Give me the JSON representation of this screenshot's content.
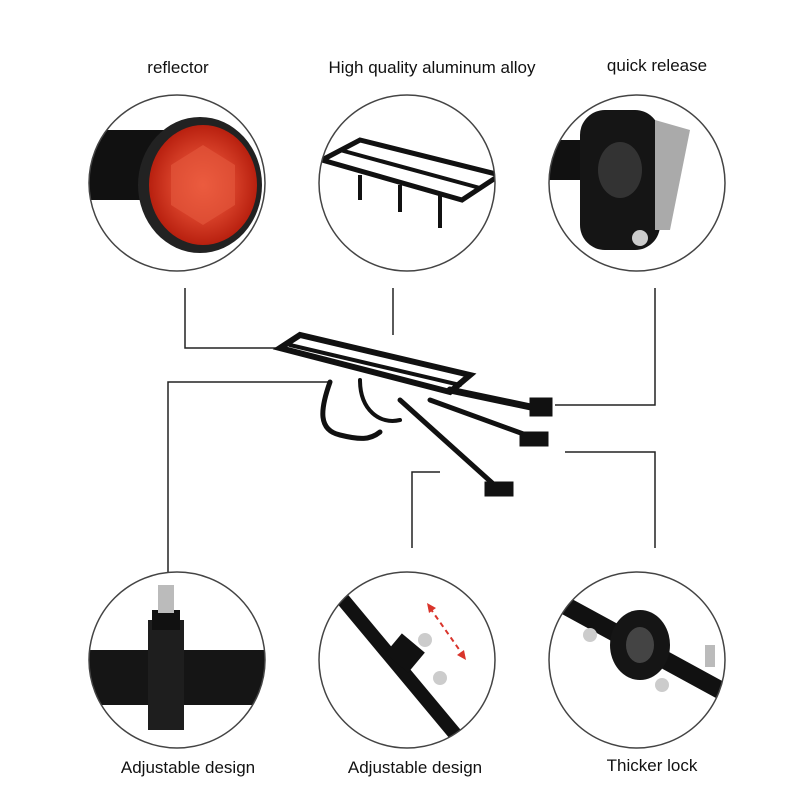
{
  "features": {
    "top": [
      {
        "label": "reflector"
      },
      {
        "label": "High quality aluminum alloy"
      },
      {
        "label": "quick release"
      }
    ],
    "bottom": [
      {
        "label": "Adjustable design"
      },
      {
        "label": "Adjustable design"
      },
      {
        "label": "Thicker lock"
      }
    ]
  },
  "colors": {
    "reflector": "#d63a22",
    "arrow": "#d9342b",
    "metal": "#111111"
  }
}
